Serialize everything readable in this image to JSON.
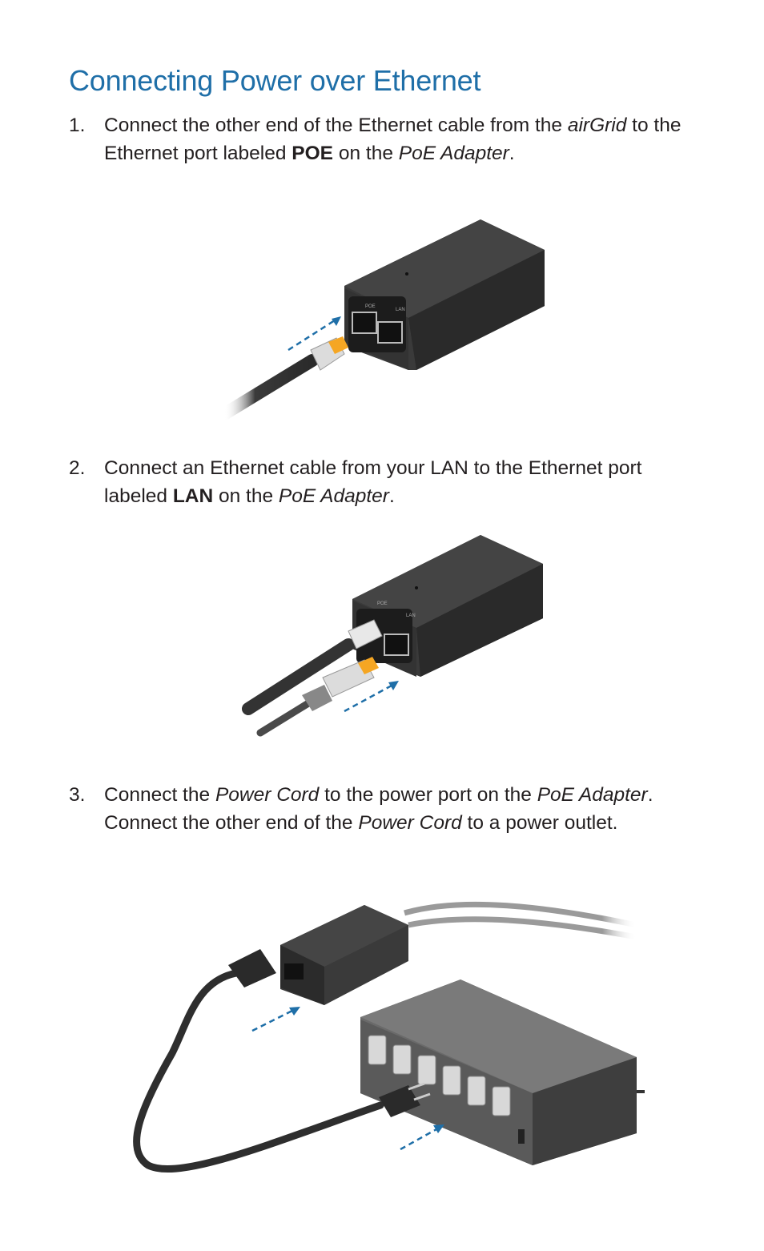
{
  "heading": "Connecting Power over Ethernet",
  "steps": [
    {
      "number": "1.",
      "parts": {
        "a": "Connect the other end of the Ethernet cable from the ",
        "b": "airGrid",
        "c": " to the Ethernet port labeled ",
        "d": "POE",
        "e": " on the ",
        "f": "PoE Adapter",
        "g": "."
      }
    },
    {
      "number": "2.",
      "parts": {
        "a": "Connect an Ethernet cable from your LAN to the Ethernet port labeled ",
        "b": "LAN",
        "c": " on the ",
        "d": "PoE Adapter",
        "e": "."
      }
    },
    {
      "number": "3.",
      "parts": {
        "a": "Connect the ",
        "b": "Power Cord",
        "c": " to the power port on the ",
        "d": "PoE Adapter",
        "e": ". Connect the other end of the ",
        "f": "Power Cord",
        "g": " to a power outlet."
      }
    }
  ],
  "device_labels": {
    "poe": "POE",
    "lan": "LAN"
  },
  "colors": {
    "heading": "#1f6fa8",
    "arrow": "#1f6fa8",
    "device": "#2b2b2b",
    "plug_accent": "#f5a623"
  }
}
